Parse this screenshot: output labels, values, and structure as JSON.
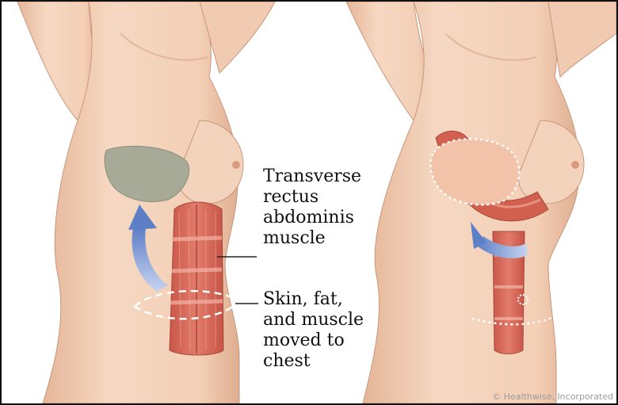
{
  "labels": {
    "muscle": "Transverse\nrectus\nabdominis\nmuscle",
    "flap": "Skin, fat,\nand muscle\nmoved to\nchest"
  },
  "credit": "© Healthwise, Incorporated",
  "colors": {
    "skin": "#f2cfb6",
    "skin_shadow": "#dca98a",
    "muscle": "#d8695a",
    "muscle_fiber": "#f4b4a6",
    "removed_area": "#a7aa97",
    "arrow": "#6f8fd0",
    "incision": "#ffffff"
  }
}
